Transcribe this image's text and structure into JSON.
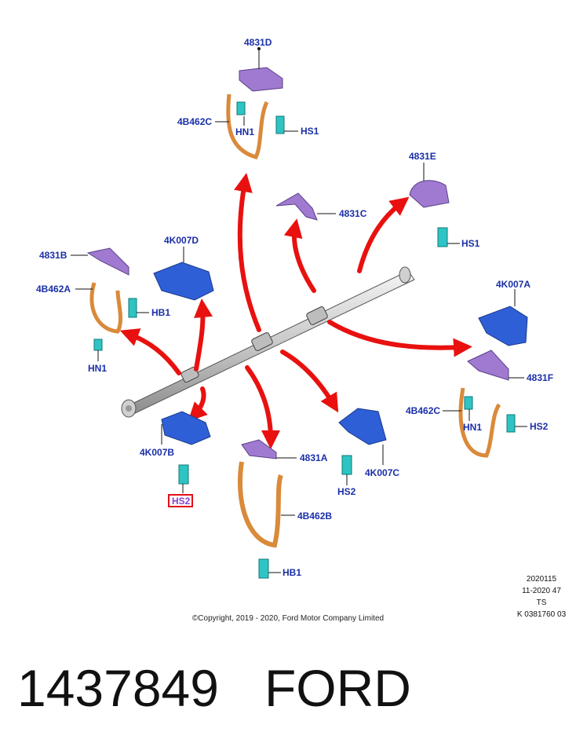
{
  "labels": {
    "l4831D": "4831D",
    "l4B462C_top": "4B462C",
    "lHN1_top": "HN1",
    "lHS1_top": "HS1",
    "l4831E": "4831E",
    "lHS1_right": "HS1",
    "l4831C": "4831C",
    "l4831B": "4831B",
    "l4B462A": "4B462A",
    "lHB1_left": "HB1",
    "lHN1_left": "HN1",
    "l4K007D": "4K007D",
    "l4K007A": "4K007A",
    "l4831F": "4831F",
    "l4B462C_right": "4B462C",
    "lHN1_right": "HN1",
    "lHS2_right": "HS2",
    "l4K007B": "4K007B",
    "lHS2_highlight": "HS2",
    "l4831A": "4831A",
    "l4B462B": "4B462B",
    "lHB1_bottom": "HB1",
    "lHS2_mid": "HS2",
    "l4K007C": "4K007C"
  },
  "meta": {
    "line1": "2020115",
    "line2": "11-2020 47",
    "line3": "TS",
    "line4": "K 0381760 03"
  },
  "copyright": "©Copyright, 2019 - 2020, Ford Motor Company Limited",
  "footer": {
    "part_number": "1437849",
    "brand": "FORD"
  },
  "colors": {
    "label": "#1a2fa8",
    "arrow": "#e8110f",
    "bracket_purple": "#a07ad0",
    "strap_orange": "#d98a3a",
    "shield_blue": "#2f5fd6",
    "fastener_cyan": "#2ec4c4",
    "highlight_box": "#e0101a"
  }
}
